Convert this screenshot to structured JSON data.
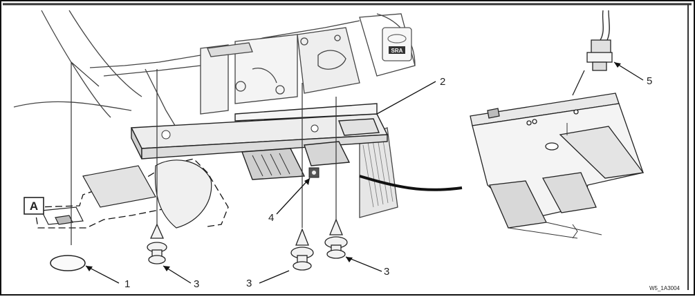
{
  "view_label": "A",
  "callouts": {
    "c1": "1",
    "c2": "2",
    "c3a": "3",
    "c3b": "3",
    "c3c": "3",
    "c4": "4",
    "c5": "5"
  },
  "figure_id": "W5_1A3004",
  "badge_text": "SRA"
}
